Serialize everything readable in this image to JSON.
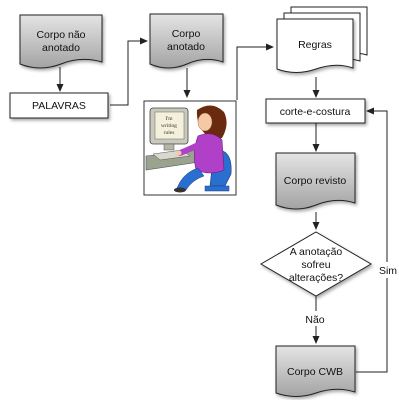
{
  "nodes": {
    "corpo_nao_anotado": [
      "Corpo não",
      "anotado"
    ],
    "palavras": "PALAVRAS",
    "corpo_anotado": [
      "Corpo",
      "anotado"
    ],
    "regras": "Regras",
    "corte_e_costura": "corte-e-costura",
    "corpo_revisto": "Corpo revisto",
    "decisao": [
      "A anotação",
      "sofreu",
      "alterações?"
    ],
    "corpo_cwb": "Corpo CWB"
  },
  "edges": {
    "nao": "Não",
    "sim": "Sim"
  },
  "illustration": {
    "screen_text": [
      "I'm",
      "writing",
      "rules"
    ]
  },
  "colors": {
    "doc_fill_top": "#e4e4e4",
    "doc_fill_bottom": "#a6a6a6",
    "stroke": "#222222",
    "shirt": "#b040c8",
    "hair": "#6a2a10",
    "skin": "#f4c9a4",
    "desk": "#9aa38e",
    "chair": "#2a6fd0"
  }
}
